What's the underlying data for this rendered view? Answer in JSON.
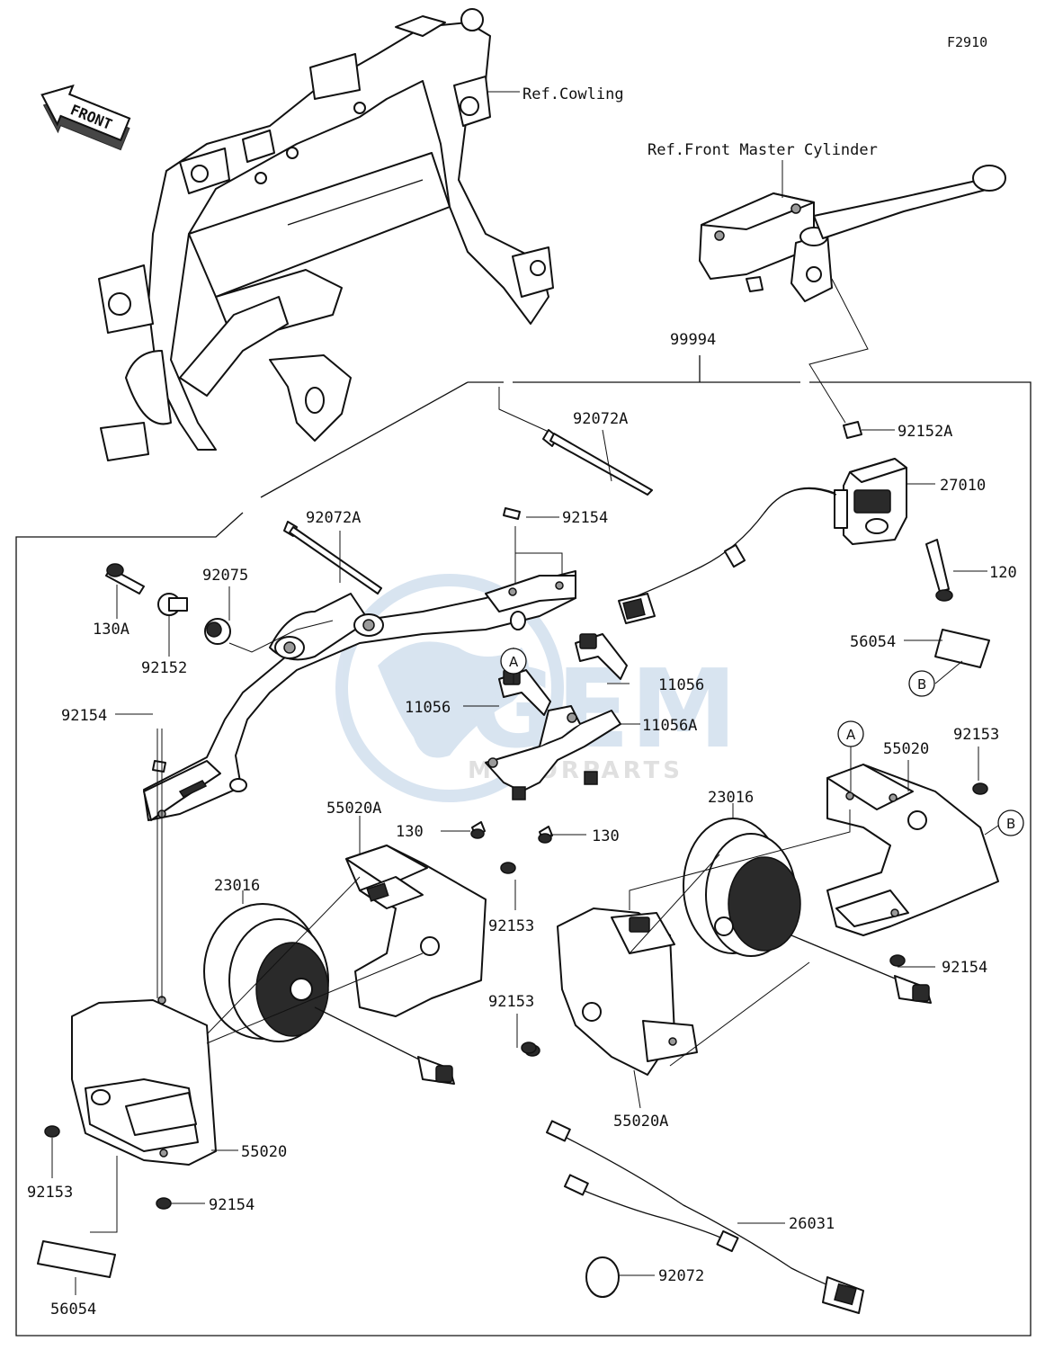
{
  "figure_code": "F2910",
  "front_arrow_label": "FRONT",
  "watermark": {
    "brand": "GEM",
    "sub": "MOTORPARTS"
  },
  "references": {
    "cowling": "Ref.Cowling",
    "master_cylinder": "Ref.Front Master Cylinder"
  },
  "parts": {
    "p99994": "99994",
    "p92072A_upper": "92072A",
    "p92072A_lower": "92072A",
    "p92152A": "92152A",
    "p27010": "27010",
    "p120": "120",
    "p92154_top": "92154",
    "p92075": "92075",
    "p130A": "130A",
    "p92152": "92152",
    "p56054_right": "56054",
    "p92154_left": "92154",
    "p11056_right": "11056",
    "p11056_left": "11056",
    "p11056A": "11056A",
    "p92153_top_right": "92153",
    "p55020_right": "55020",
    "p23016_right": "23016",
    "p130_left": "130",
    "p130_right": "130",
    "p55020A_left": "55020A",
    "p23016_left": "23016",
    "p92153_mid_left": "92153",
    "p92154_right": "92154",
    "p92153_mid_right": "92153",
    "p55020A_right": "55020A",
    "p55020_left": "55020",
    "p92153_bottom_left": "92153",
    "p92154_bottom": "92154",
    "p26031": "26031",
    "p92072": "92072",
    "p56054_left": "56054"
  },
  "callouts": {
    "a_top": "A",
    "a_right": "A",
    "b_left": "B",
    "b_right": "B"
  }
}
